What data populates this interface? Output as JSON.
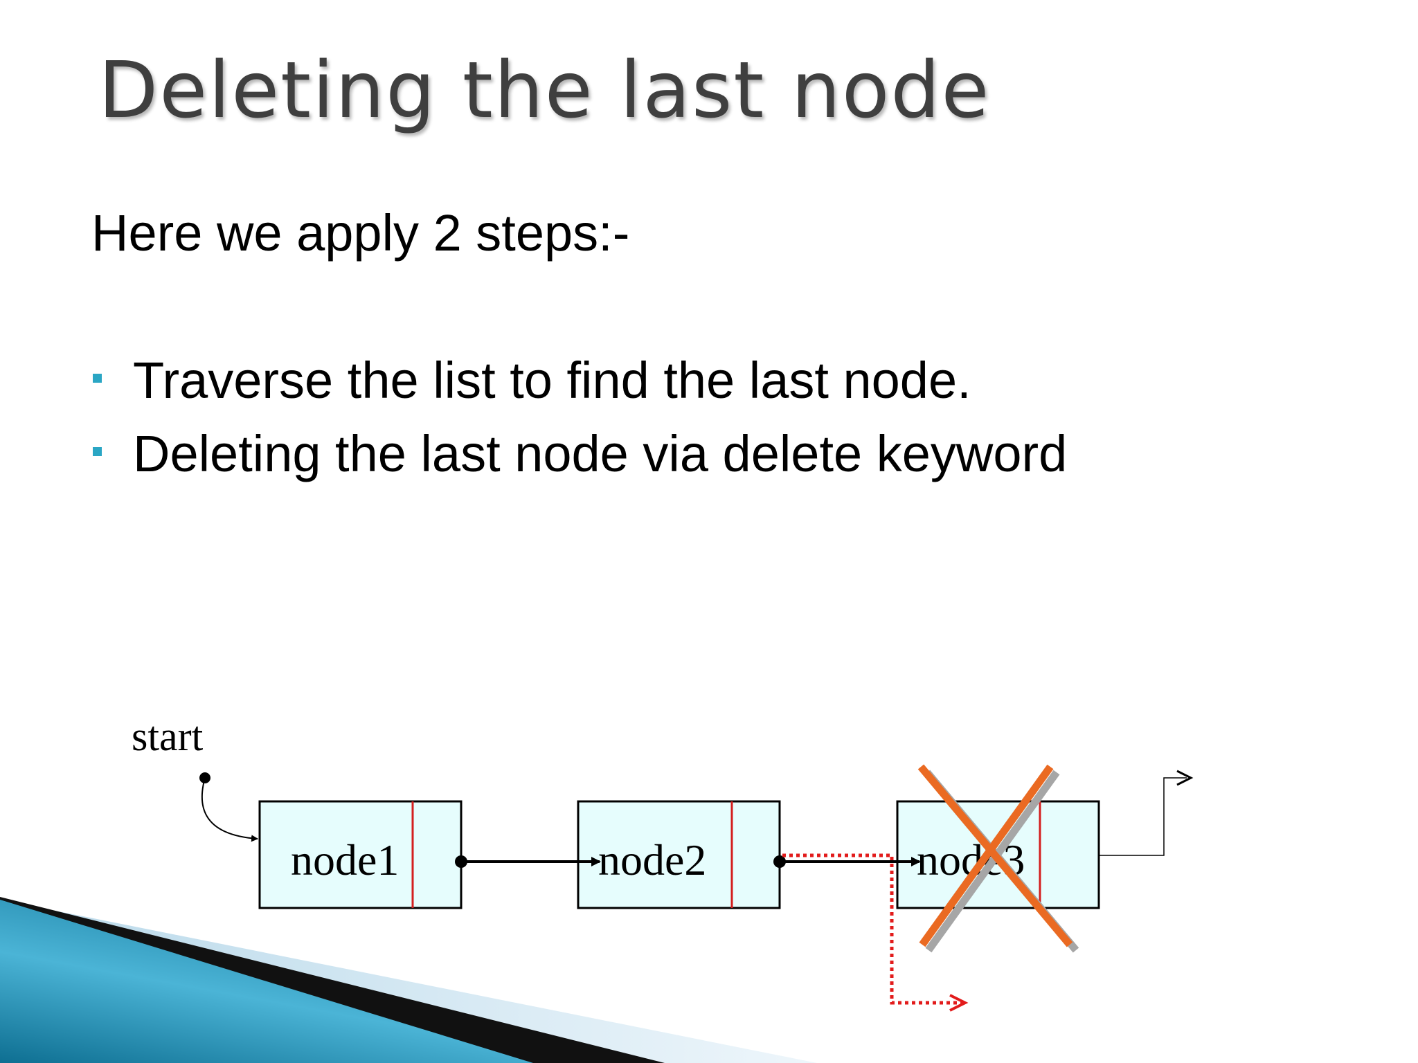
{
  "slide": {
    "title": "Deleting the last node",
    "intro": "Here we apply 2 steps:-",
    "bullets": [
      "Traverse the list to find the last node.",
      "Deleting the last node via delete keyword"
    ]
  },
  "diagram": {
    "start_label": "start",
    "nodes": [
      {
        "label": "node1"
      },
      {
        "label": "node2"
      },
      {
        "label": "node3"
      }
    ],
    "colors": {
      "node_fill": "#e6fdfd",
      "divider": "#d41f1f",
      "dotted_link": "#e21b1b",
      "cross": "#ea6a22",
      "cross_shadow": "#a6a6a6",
      "accent": "#2aa6c4"
    }
  }
}
